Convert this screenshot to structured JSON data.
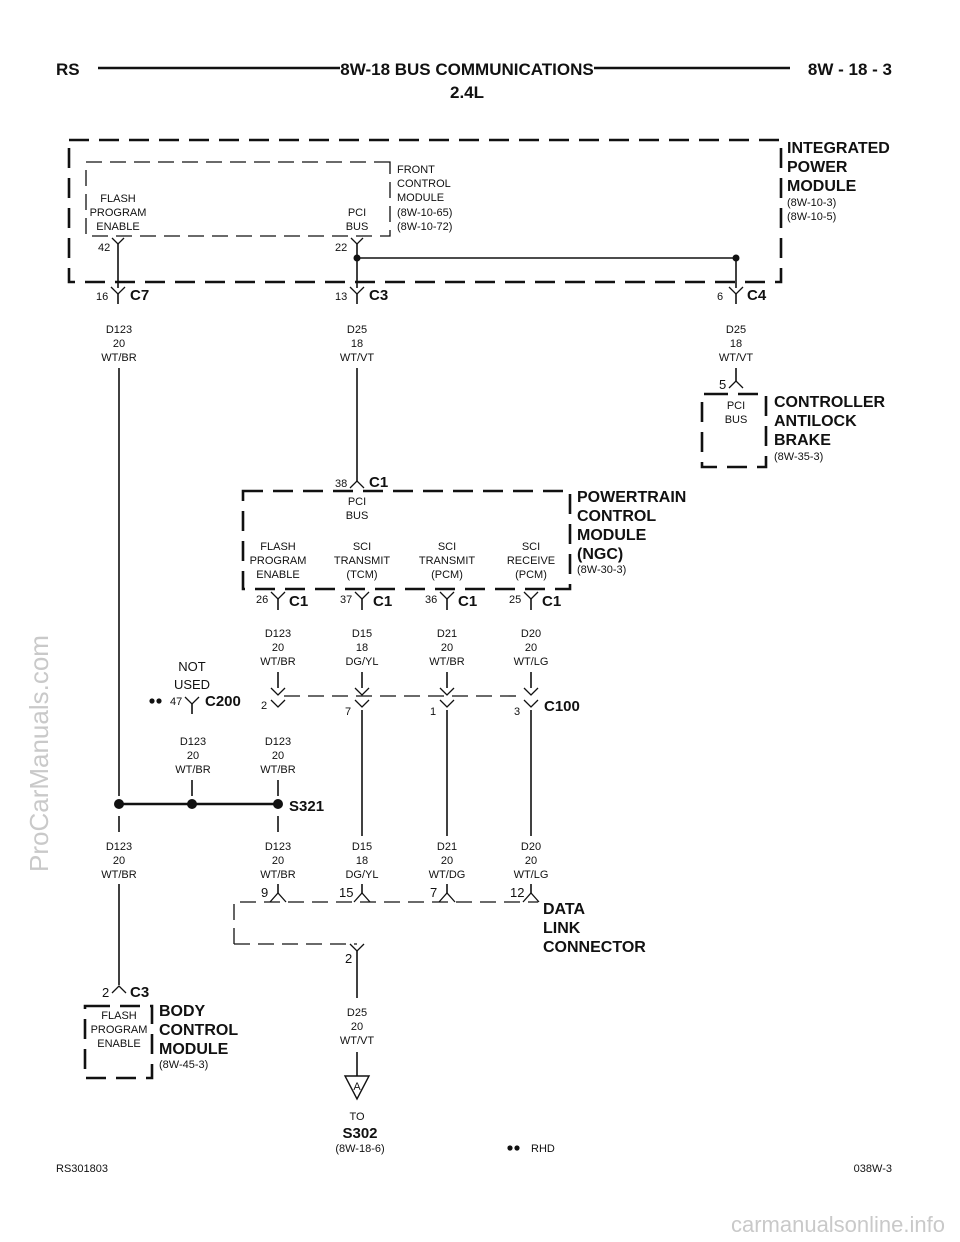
{
  "header": {
    "left": "RS",
    "title": "8W-18 BUS COMMUNICATIONS",
    "subtitle": "2.4L",
    "right": "8W - 18 - 3"
  },
  "ipm": {
    "name": [
      "INTEGRATED",
      "POWER",
      "MODULE"
    ],
    "refs": [
      "(8W-10-3)",
      "(8W-10-5)"
    ],
    "fcm_name": [
      "FRONT",
      "CONTROL",
      "MODULE"
    ],
    "fcm_refs": [
      "(8W-10-65)",
      "(8W-10-72)"
    ],
    "flash_label": [
      "FLASH",
      "PROGRAM",
      "ENABLE"
    ],
    "pci_label": [
      "PCI",
      "BUS"
    ],
    "pin_flash": "42",
    "pin_pci": "22"
  },
  "connectors": {
    "c7": {
      "name": "C7",
      "pin": "16"
    },
    "c3": {
      "name": "C3",
      "pin": "13"
    },
    "c4": {
      "name": "C4",
      "pin": "6"
    }
  },
  "wires_top": {
    "left": [
      "D123",
      "20",
      "WT/BR"
    ],
    "mid": [
      "D25",
      "18",
      "WT/VT"
    ],
    "right": [
      "D25",
      "18",
      "WT/VT"
    ]
  },
  "cab": {
    "name": [
      "CONTROLLER",
      "ANTILOCK",
      "BRAKE"
    ],
    "ref": "(8W-35-3)",
    "pin": "5",
    "label": [
      "PCI",
      "BUS"
    ]
  },
  "pcm": {
    "name": [
      "POWERTRAIN",
      "CONTROL",
      "MODULE",
      "(NGC)"
    ],
    "ref": "(8W-30-3)",
    "top_conn": "C1",
    "top_pin": "38",
    "pci_label": [
      "PCI",
      "BUS"
    ],
    "functions": [
      {
        "label": [
          "FLASH",
          "PROGRAM",
          "ENABLE"
        ],
        "pin": "26",
        "conn": "C1",
        "wire": [
          "D123",
          "20",
          "WT/BR"
        ]
      },
      {
        "label": [
          "SCI",
          "TRANSMIT",
          "(TCM)"
        ],
        "pin": "37",
        "conn": "C1",
        "wire": [
          "D15",
          "18",
          "DG/YL"
        ]
      },
      {
        "label": [
          "SCI",
          "TRANSMIT",
          "(PCM)"
        ],
        "pin": "36",
        "conn": "C1",
        "wire": [
          "D21",
          "20",
          "WT/BR"
        ]
      },
      {
        "label": [
          "SCI",
          "RECEIVE",
          "(PCM)"
        ],
        "pin": "25",
        "conn": "C1",
        "wire": [
          "D20",
          "20",
          "WT/LG"
        ]
      }
    ]
  },
  "c200": {
    "name": "C200",
    "pin": "47",
    "note": [
      "NOT",
      "USED"
    ],
    "wire": [
      "D123",
      "20",
      "WT/BR"
    ]
  },
  "c100": {
    "name": "C100",
    "pins": [
      "2",
      "7",
      "1",
      "3"
    ],
    "wire_below_first": [
      "D123",
      "20",
      "WT/BR"
    ]
  },
  "s321": {
    "name": "S321"
  },
  "lower_wires": [
    {
      "wire": [
        "D123",
        "20",
        "WT/BR"
      ]
    },
    {
      "wire": [
        "D123",
        "20",
        "WT/BR"
      ],
      "pin": "9"
    },
    {
      "wire": [
        "D15",
        "18",
        "DG/YL"
      ],
      "pin": "15"
    },
    {
      "wire": [
        "D21",
        "20",
        "WT/DG"
      ],
      "pin": "7"
    },
    {
      "wire": [
        "D20",
        "20",
        "WT/LG"
      ],
      "pin": "12"
    }
  ],
  "dlc": {
    "name": [
      "DATA",
      "LINK",
      "CONNECTOR"
    ],
    "pin": "2",
    "wire": [
      "D25",
      "20",
      "WT/VT"
    ]
  },
  "bcm": {
    "name": [
      "BODY",
      "CONTROL",
      "MODULE"
    ],
    "ref": "(8W-45-3)",
    "conn": "C3",
    "pin": "2",
    "label": [
      "FLASH",
      "PROGRAM",
      "ENABLE"
    ]
  },
  "s302": {
    "marker": "A",
    "to": "TO",
    "name": "S302",
    "ref": "(8W-18-6)"
  },
  "legend": {
    "rhd": "RHD"
  },
  "footer": {
    "left": "RS301803",
    "right": "038W-3"
  },
  "watermark_side": "ProCarManuals.com",
  "watermark_bottom": "carmanualsonline.info"
}
